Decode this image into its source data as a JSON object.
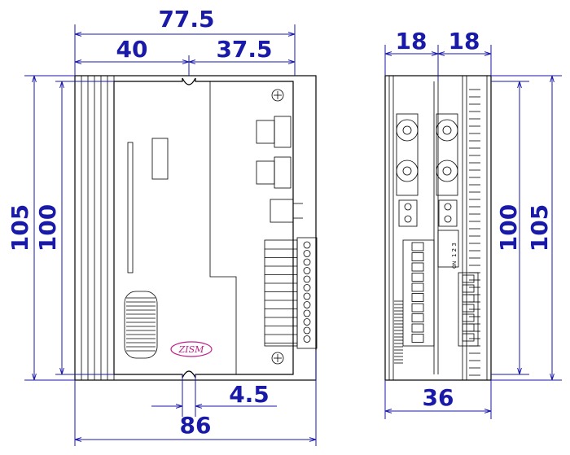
{
  "dimensions": {
    "front_total_width": "77.5",
    "front_left_width": "40",
    "front_right_width": "37.5",
    "front_outer_height": "105",
    "front_inner_height": "100",
    "front_slot_offset": "4.5",
    "front_base_width": "86",
    "side_left_width": "18",
    "side_right_width": "18",
    "side_inner_height": "100",
    "side_outer_height": "105",
    "side_base_width": "36"
  },
  "logo_text": "ZISM",
  "dip_switch": {
    "numbers": "1 2 3",
    "label": "ON"
  },
  "colors": {
    "dimension": "#1a1aa8",
    "logo": "#c0208a",
    "outline": "#000000"
  }
}
